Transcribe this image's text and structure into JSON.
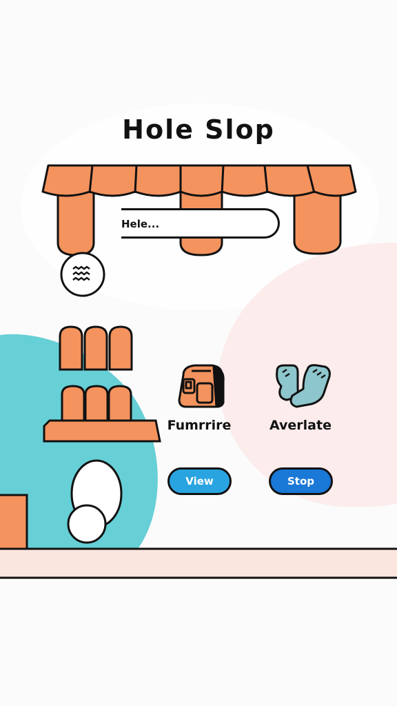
{
  "app": {
    "title": "Hole Slop"
  },
  "search": {
    "value": "Hele..."
  },
  "items": [
    {
      "label": "Fumrrire",
      "icon": "backpack-icon",
      "button_label": "View"
    },
    {
      "label": "Averlate",
      "icon": "socks-icon",
      "button_label": "Stop"
    }
  ],
  "colors": {
    "awning": "#f4935e",
    "teal_blob": "#67cfd6",
    "pink_blob": "#fcecec",
    "floor": "#fbe5df",
    "view_button": "#2aa4e0",
    "stop_button": "#1a78d6",
    "outline": "#111111"
  }
}
